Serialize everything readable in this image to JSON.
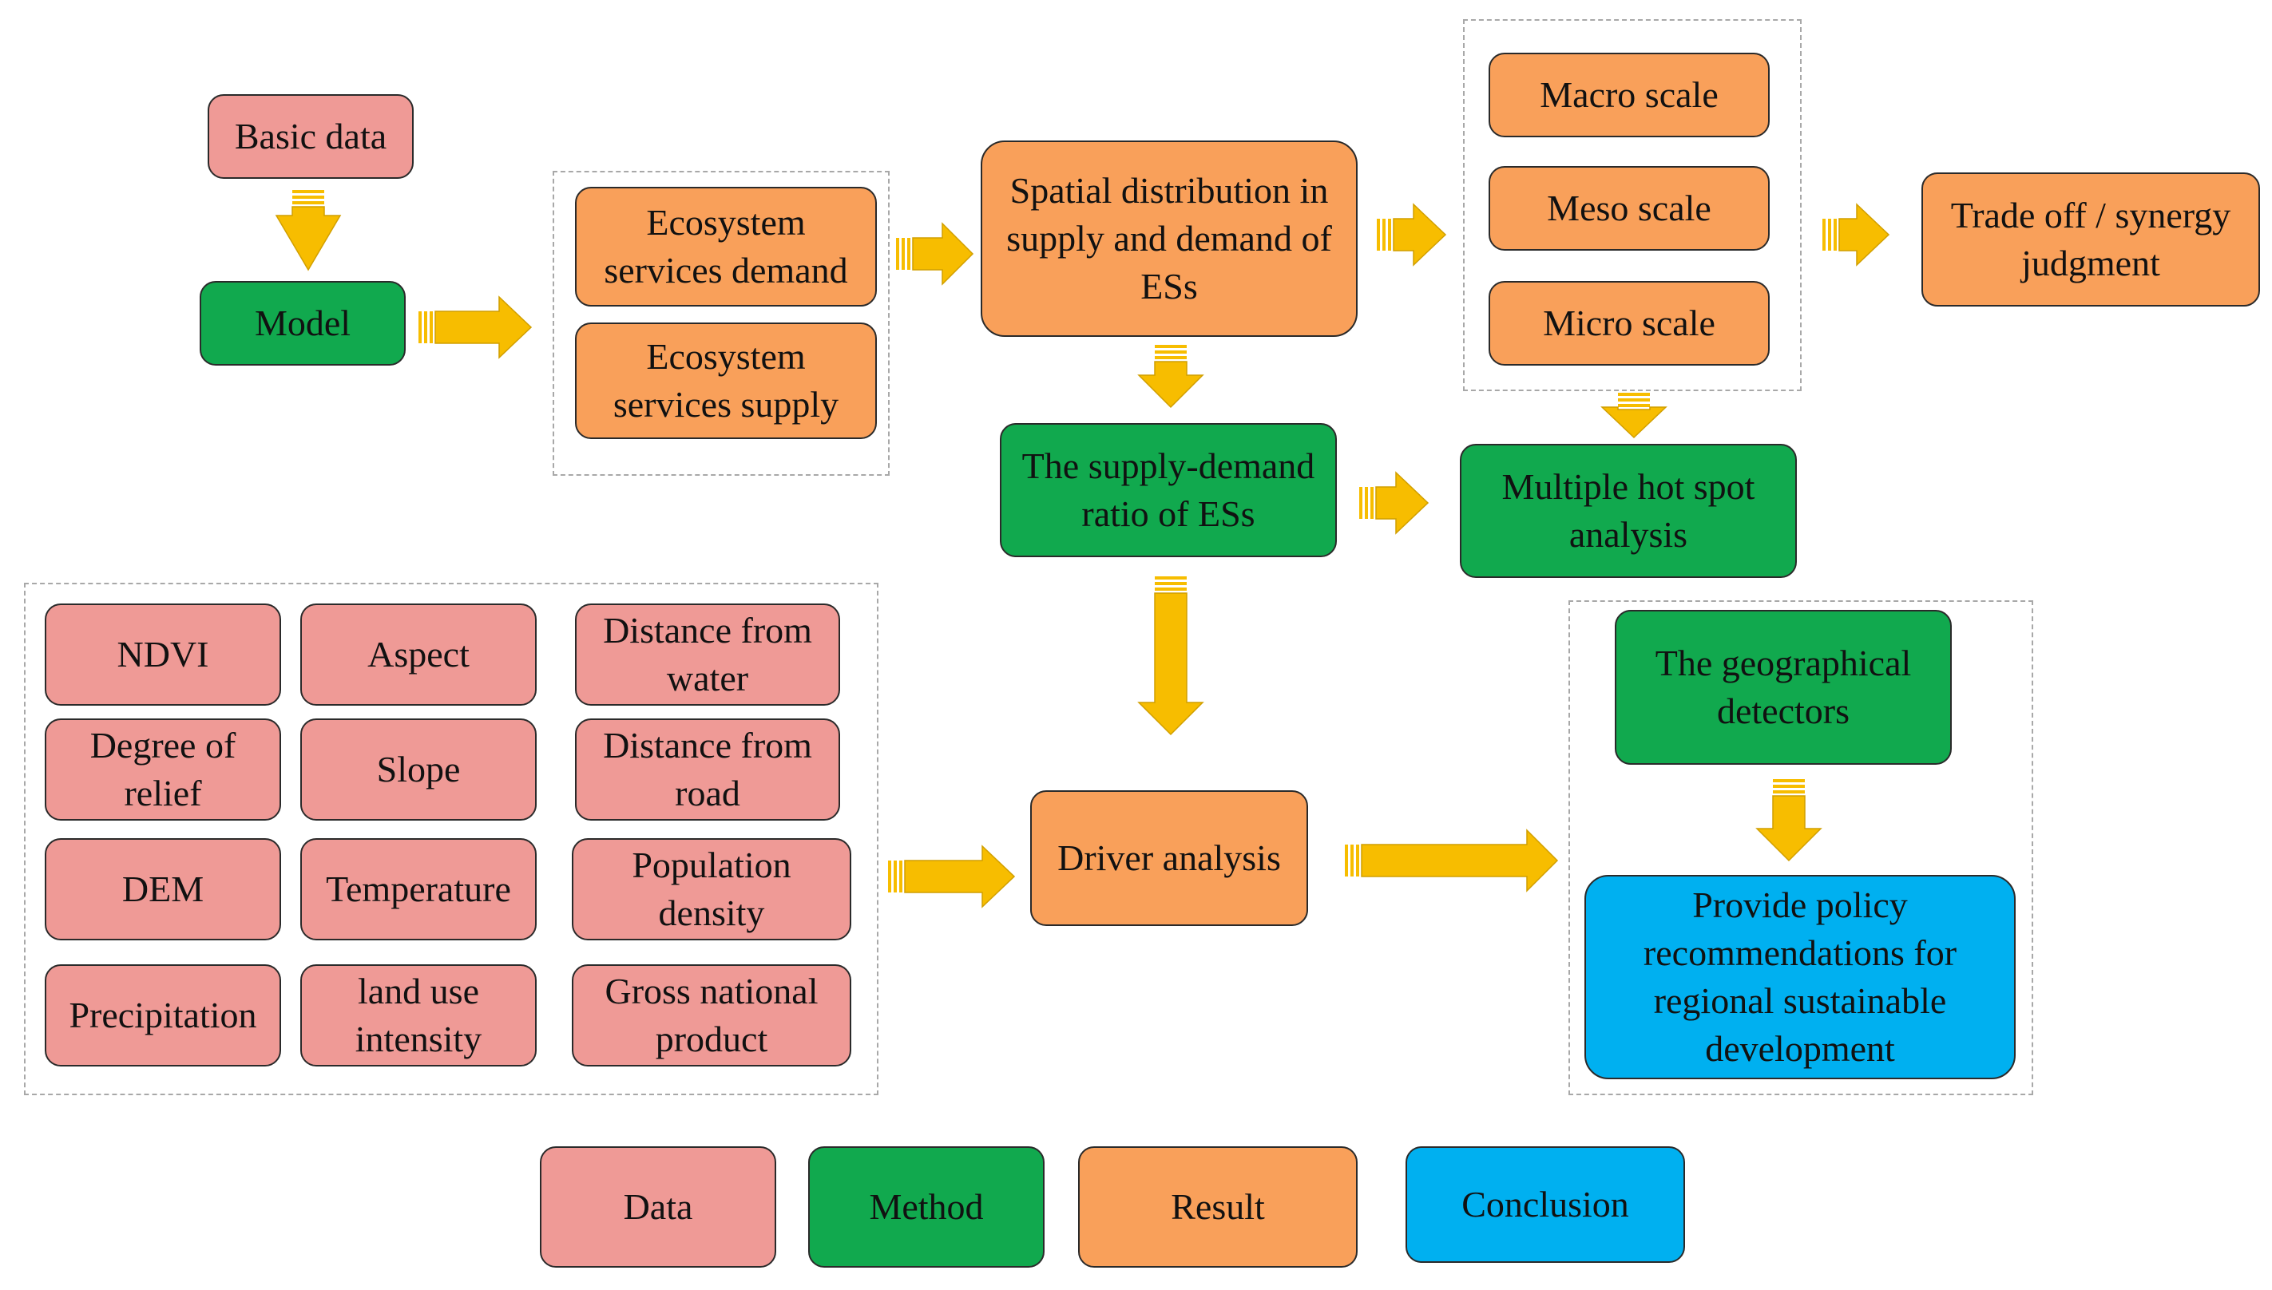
{
  "colors": {
    "data": "#ef9a96",
    "method": "#11a94e",
    "result": "#f9a05a",
    "conclusion": "#00b0f0",
    "arrow": "#f7bd00"
  },
  "nodes": {
    "basic_data": "Basic data",
    "model": "Model",
    "es_demand": "Ecosystem services demand",
    "es_supply": "Ecosystem services supply",
    "spatial_distribution": "Spatial distribution in supply and demand of ESs",
    "macro_scale": "Macro scale",
    "meso_scale": "Meso scale",
    "micro_scale": "Micro scale",
    "tradeoff": "Trade off / synergy judgment",
    "supply_demand_ratio": "The supply-demand ratio of ESs",
    "hot_spot": "Multiple hot spot analysis",
    "driver_analysis": "Driver analysis",
    "geo_detectors": "The geographical detectors",
    "policy": "Provide policy recommendations for regional sustainable development"
  },
  "factors": [
    "NDVI",
    "Aspect",
    "Distance from water",
    "Degree of relief",
    "Slope",
    "Distance from road",
    "DEM",
    "Temperature",
    "Population density",
    "Precipitation",
    "land use intensity",
    "Gross national product"
  ],
  "legend": [
    "Data",
    "Method",
    "Result",
    "Conclusion"
  ]
}
